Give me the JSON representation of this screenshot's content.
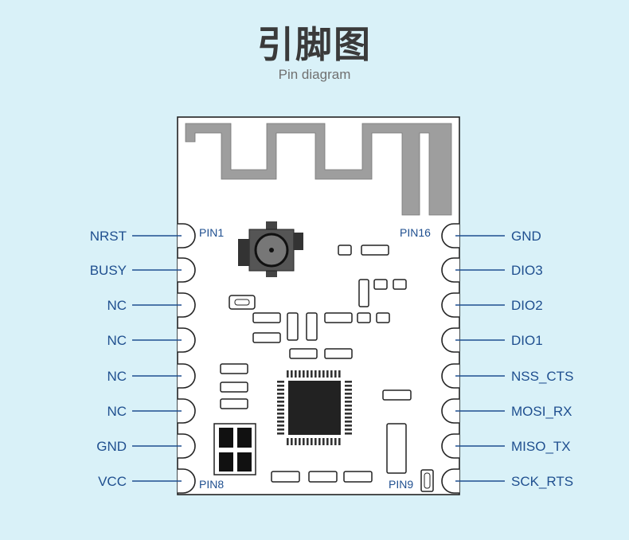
{
  "title": "引脚图",
  "subtitle": "Pin diagram",
  "markers": {
    "pin1": "PIN1",
    "pin8": "PIN8",
    "pin9": "PIN9",
    "pin16": "PIN16"
  },
  "left_pins": [
    "NRST",
    "BUSY",
    "NC",
    "NC",
    "NC",
    "NC",
    "GND",
    "VCC"
  ],
  "right_pins": [
    "GND",
    "DIO3",
    "DIO2",
    "DIO1",
    "NSS_CTS",
    "MOSI_RX",
    "MISO_TX",
    "SCK_RTS"
  ],
  "colors": {
    "background": "#d9f1f8",
    "board": "#ffffff",
    "antenna": "#9e9e9e",
    "label": "#1f4f8f",
    "component": "#222222"
  }
}
